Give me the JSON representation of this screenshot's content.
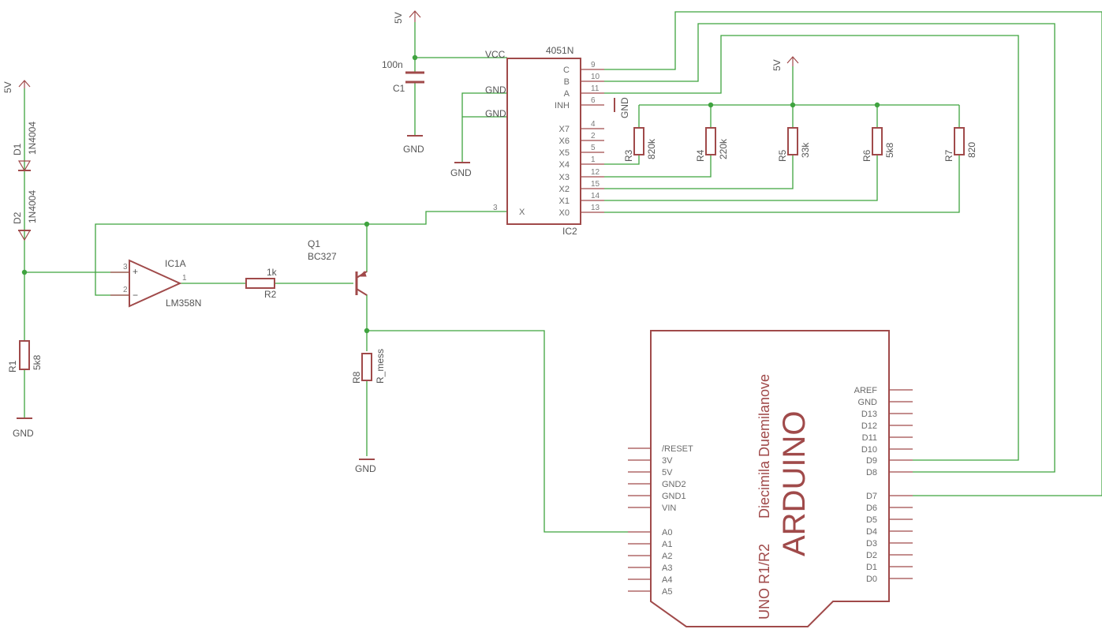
{
  "schematic": {
    "supply": {
      "left": "5V",
      "cap": "5V",
      "resistors": "5V"
    },
    "diodes": {
      "d1": {
        "ref": "D1",
        "value": "1N4004"
      },
      "d2": {
        "ref": "D2",
        "value": "1N4004"
      }
    },
    "r1": {
      "ref": "R1",
      "value": "5k8"
    },
    "r2": {
      "ref": "R2",
      "value": "1k"
    },
    "r3": {
      "ref": "R3",
      "value": "820k"
    },
    "r4": {
      "ref": "R4",
      "value": "220k"
    },
    "r5": {
      "ref": "R5",
      "value": "33k"
    },
    "r6": {
      "ref": "R6",
      "value": "5k8"
    },
    "r7": {
      "ref": "R7",
      "value": "820"
    },
    "r8": {
      "ref": "R8",
      "value": "R_mess"
    },
    "c1": {
      "ref": "C1",
      "value": "100n"
    },
    "opamp": {
      "ref": "IC1A",
      "value": "LM358N",
      "pin_in_plus": "3",
      "pin_in_minus": "2",
      "pin_out": "1",
      "plus": "+",
      "minus": "−"
    },
    "transistor": {
      "ref": "Q1",
      "value": "BC327"
    },
    "gnd": "GND",
    "mux": {
      "ref": "IC2",
      "value": "4051N",
      "vcc": "VCC",
      "gnd1": "GND",
      "gnd2": "GND",
      "pins": [
        {
          "name": "C",
          "num": "9"
        },
        {
          "name": "B",
          "num": "10"
        },
        {
          "name": "A",
          "num": "11"
        },
        {
          "name": "INH",
          "num": "6"
        },
        {
          "name": "X7",
          "num": "4"
        },
        {
          "name": "X6",
          "num": "2"
        },
        {
          "name": "X5",
          "num": "5"
        },
        {
          "name": "X4",
          "num": "1"
        },
        {
          "name": "X3",
          "num": "12"
        },
        {
          "name": "X2",
          "num": "15"
        },
        {
          "name": "X1",
          "num": "14"
        },
        {
          "name": "X0",
          "num": "13"
        }
      ],
      "x_name": "X",
      "x_num": "3"
    },
    "arduino": {
      "title": "ARDUINO",
      "subtitle": "Diecimila Duemilanove",
      "subtitle2": "UNO R1/R2",
      "left_pins": [
        "/RESET",
        "3V",
        "5V",
        "GND2",
        "GND1",
        "VIN",
        "A0",
        "A1",
        "A2",
        "A3",
        "A4",
        "A5"
      ],
      "right_pins": [
        "AREF",
        "GND",
        "D13",
        "D12",
        "D11",
        "D10",
        "D9",
        "D8",
        "D7",
        "D6",
        "D5",
        "D4",
        "D3",
        "D2",
        "D1",
        "D0"
      ]
    }
  }
}
